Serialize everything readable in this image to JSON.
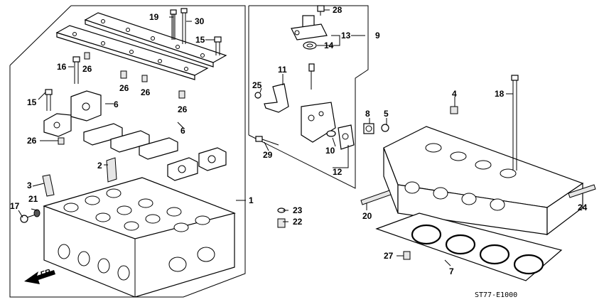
{
  "diagram": {
    "callouts": {
      "c1": "1",
      "c2": "2",
      "c3": "3",
      "c4": "4",
      "c5": "5",
      "c6a": "6",
      "c6b": "6",
      "c7": "7",
      "c8": "8",
      "c9": "9",
      "c10": "10",
      "c11": "11",
      "c12": "12",
      "c13": "13",
      "c14": "14",
      "c15a": "15",
      "c15b": "15",
      "c16": "16",
      "c17": "17",
      "c18": "18",
      "c19": "19",
      "c20": "20",
      "c21": "21",
      "c22": "22",
      "c23": "23",
      "c24": "24",
      "c25": "25",
      "c26a": "26",
      "c26b": "26",
      "c26c": "26",
      "c26d": "26",
      "c26e": "26",
      "c27": "27",
      "c28": "28",
      "c29": "29",
      "c30": "30"
    },
    "front_label": "FR.",
    "diagram_code": "ST77-E1000"
  }
}
